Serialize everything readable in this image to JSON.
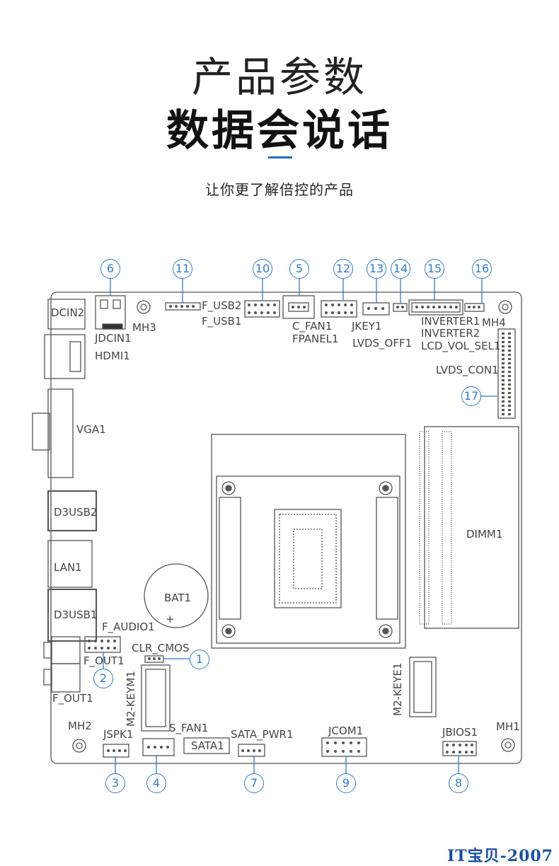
{
  "header": {
    "title": "产品参数",
    "headline": "数据会说话",
    "subtitle": "让你更了解倍控的产品"
  },
  "components": {
    "dcin2": "DCIN2",
    "jdcin1": "JDCIN1",
    "hdmi1": "HDMI1",
    "mh3": "MH3",
    "f_usb2": "F_USB2",
    "f_usb1": "F_USB1",
    "c_fan1": "C_FAN1",
    "fpanel1": "FPANEL1",
    "jkey1": "JKEY1",
    "lvds_off1": "LVDS_OFF1",
    "inverter1": "INVERTER1",
    "inverter2": "INVERTER2",
    "lcd_vol_sel1": "LCD_VOL_SEL1",
    "mh4": "MH4",
    "lvds_con1": "LVDS_CON1",
    "vga1": "VGA1",
    "d3usb2": "D3USB2",
    "lan1": "LAN1",
    "d3usb1": "D3USB1",
    "bat1": "BAT1",
    "f_audio1": "F_AUDIO1",
    "f_out1_a": "F_OUT1",
    "f_out1_b": "F_OUT1",
    "clr_cmos": "CLR_CMOS",
    "m2_keym1": "M2-KEYM1",
    "m2_keye1": "M2-KEYE1",
    "dimm1": "DIMM1",
    "mh2": "MH2",
    "jspk1": "JSPK1",
    "s_fan1": "S_FAN1",
    "sata1": "SATA1",
    "sata_pwr1": "SATA_PWR1",
    "jcom1": "JCOM1",
    "jbios1": "JBIOS1",
    "mh1": "MH1"
  },
  "callouts": [
    "1",
    "2",
    "3",
    "4",
    "5",
    "6",
    "7",
    "8",
    "9",
    "10",
    "11",
    "12",
    "13",
    "14",
    "15",
    "16",
    "17"
  ],
  "colors": {
    "accent": "#1e6fc9",
    "callout": "#2f7bd0",
    "board_line": "#555555"
  },
  "watermark": "IT宝贝-2007"
}
